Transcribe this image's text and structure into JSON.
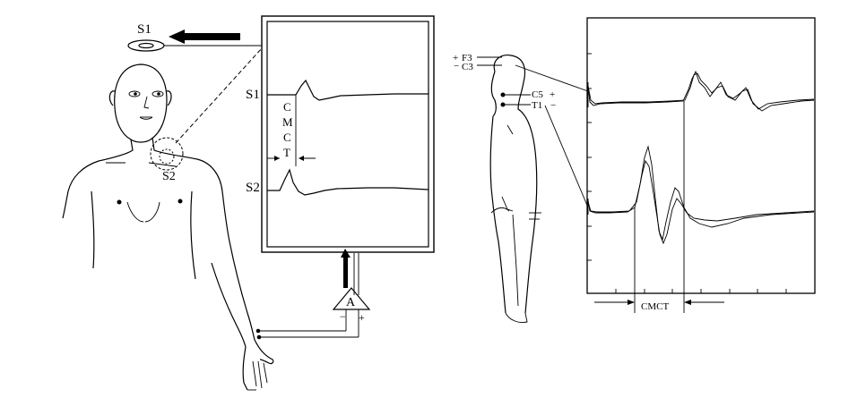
{
  "left_panel": {
    "stim_site_head": "S1",
    "stim_site_neck": "S2",
    "screen_trace_1": "S1",
    "screen_trace_2": "S2",
    "cmct_vertical": [
      "C",
      "M",
      "C",
      "T"
    ],
    "amplifier_label": "A",
    "amp_minus": "−",
    "amp_plus": "+"
  },
  "right_panel": {
    "electrodes": [
      {
        "polarity": "+",
        "site": "F3"
      },
      {
        "polarity": "−",
        "site": "C3"
      },
      {
        "site": "C5",
        "polarity": "+"
      },
      {
        "site": "T1",
        "polarity": "−"
      }
    ],
    "cmct_label": "CMCT"
  }
}
